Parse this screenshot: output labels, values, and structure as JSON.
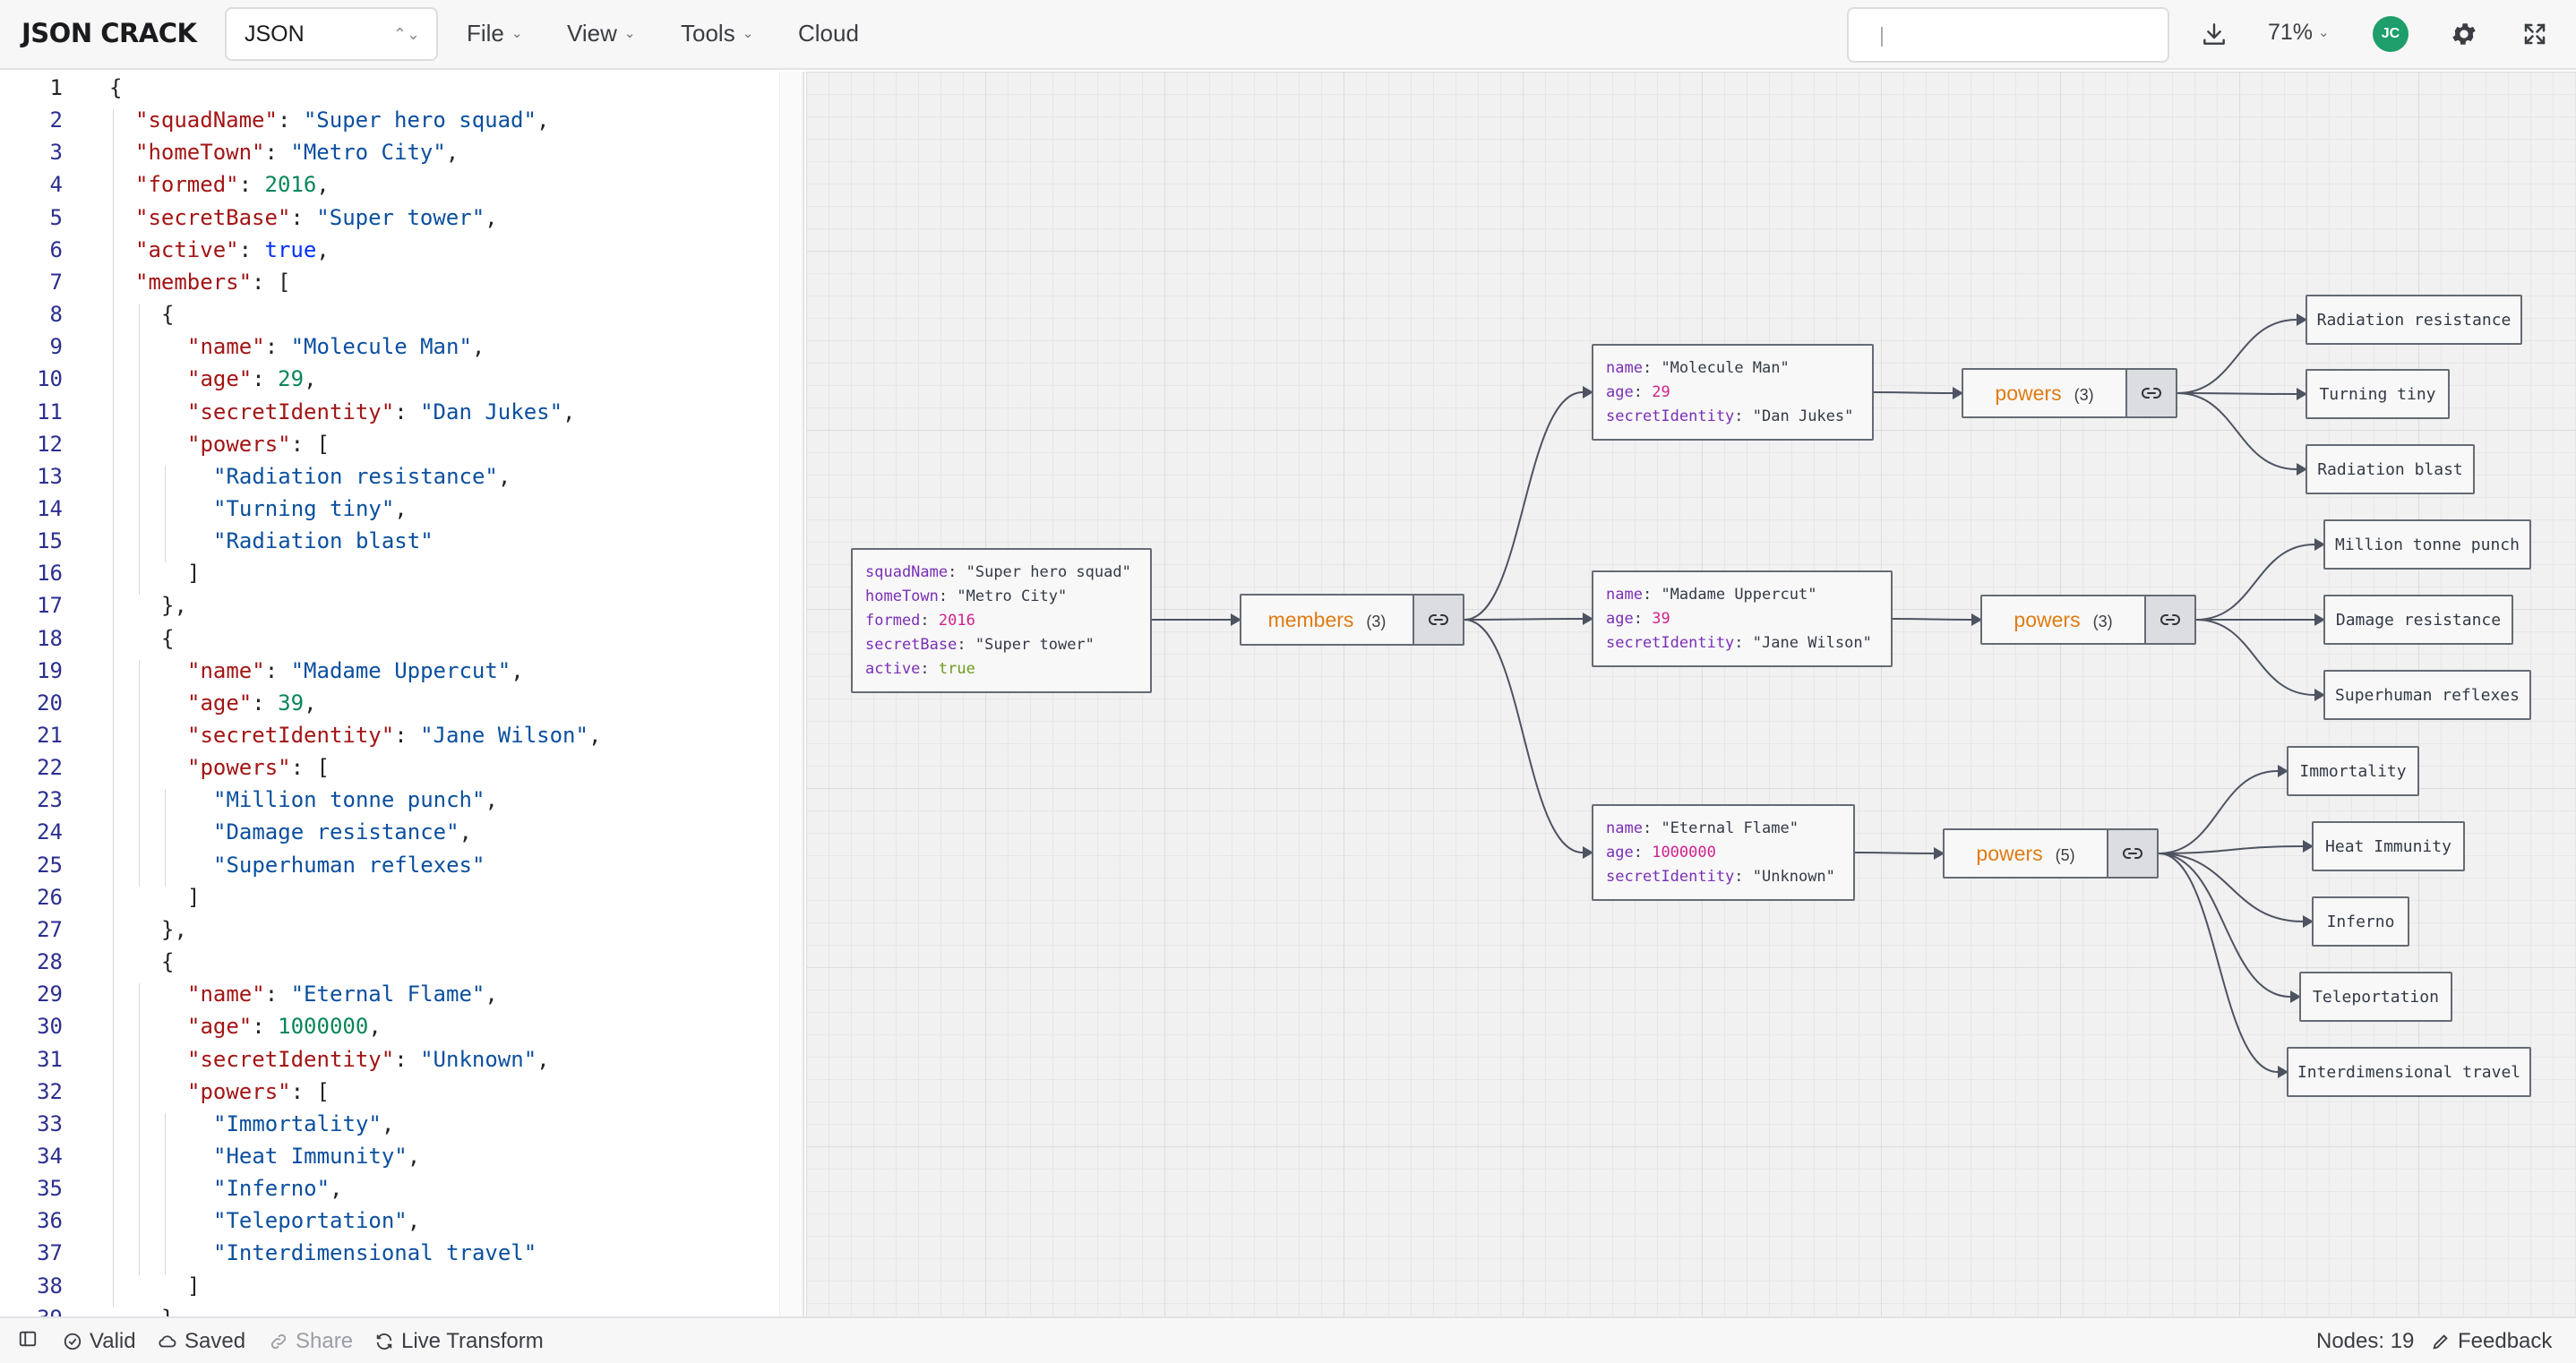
{
  "app": {
    "title": "JSON CRACK"
  },
  "header": {
    "format": "JSON",
    "menus": [
      "File",
      "View",
      "Tools"
    ],
    "cloud": "Cloud",
    "zoom": "71%",
    "avatar": "JC",
    "icons": [
      "download-icon",
      "gear-icon",
      "fullscreen-icon"
    ]
  },
  "editor": {
    "lines": [
      [
        [
          "p",
          "{"
        ]
      ],
      [
        [
          "k",
          "\"squadName\""
        ],
        [
          "p",
          ": "
        ],
        [
          "s",
          "\"Super hero squad\""
        ],
        [
          "p",
          ","
        ]
      ],
      [
        [
          "k",
          "\"homeTown\""
        ],
        [
          "p",
          ": "
        ],
        [
          "s",
          "\"Metro City\""
        ],
        [
          "p",
          ","
        ]
      ],
      [
        [
          "k",
          "\"formed\""
        ],
        [
          "p",
          ": "
        ],
        [
          "n",
          "2016"
        ],
        [
          "p",
          ","
        ]
      ],
      [
        [
          "k",
          "\"secretBase\""
        ],
        [
          "p",
          ": "
        ],
        [
          "s",
          "\"Super tower\""
        ],
        [
          "p",
          ","
        ]
      ],
      [
        [
          "k",
          "\"active\""
        ],
        [
          "p",
          ": "
        ],
        [
          "b",
          "true"
        ],
        [
          "p",
          ","
        ]
      ],
      [
        [
          "k",
          "\"members\""
        ],
        [
          "p",
          ": ["
        ]
      ],
      [
        [
          "p",
          "{"
        ]
      ],
      [
        [
          "k",
          "\"name\""
        ],
        [
          "p",
          ": "
        ],
        [
          "s",
          "\"Molecule Man\""
        ],
        [
          "p",
          ","
        ]
      ],
      [
        [
          "k",
          "\"age\""
        ],
        [
          "p",
          ": "
        ],
        [
          "n",
          "29"
        ],
        [
          "p",
          ","
        ]
      ],
      [
        [
          "k",
          "\"secretIdentity\""
        ],
        [
          "p",
          ": "
        ],
        [
          "s",
          "\"Dan Jukes\""
        ],
        [
          "p",
          ","
        ]
      ],
      [
        [
          "k",
          "\"powers\""
        ],
        [
          "p",
          ": ["
        ]
      ],
      [
        [
          "s",
          "\"Radiation resistance\""
        ],
        [
          "p",
          ","
        ]
      ],
      [
        [
          "s",
          "\"Turning tiny\""
        ],
        [
          "p",
          ","
        ]
      ],
      [
        [
          "s",
          "\"Radiation blast\""
        ]
      ],
      [
        [
          "p",
          "]"
        ]
      ],
      [
        [
          "p",
          "},"
        ]
      ],
      [
        [
          "p",
          "{"
        ]
      ],
      [
        [
          "k",
          "\"name\""
        ],
        [
          "p",
          ": "
        ],
        [
          "s",
          "\"Madame Uppercut\""
        ],
        [
          "p",
          ","
        ]
      ],
      [
        [
          "k",
          "\"age\""
        ],
        [
          "p",
          ": "
        ],
        [
          "n",
          "39"
        ],
        [
          "p",
          ","
        ]
      ],
      [
        [
          "k",
          "\"secretIdentity\""
        ],
        [
          "p",
          ": "
        ],
        [
          "s",
          "\"Jane Wilson\""
        ],
        [
          "p",
          ","
        ]
      ],
      [
        [
          "k",
          "\"powers\""
        ],
        [
          "p",
          ": ["
        ]
      ],
      [
        [
          "s",
          "\"Million tonne punch\""
        ],
        [
          "p",
          ","
        ]
      ],
      [
        [
          "s",
          "\"Damage resistance\""
        ],
        [
          "p",
          ","
        ]
      ],
      [
        [
          "s",
          "\"Superhuman reflexes\""
        ]
      ],
      [
        [
          "p",
          "]"
        ]
      ],
      [
        [
          "p",
          "},"
        ]
      ],
      [
        [
          "p",
          "{"
        ]
      ],
      [
        [
          "k",
          "\"name\""
        ],
        [
          "p",
          ": "
        ],
        [
          "s",
          "\"Eternal Flame\""
        ],
        [
          "p",
          ","
        ]
      ],
      [
        [
          "k",
          "\"age\""
        ],
        [
          "p",
          ": "
        ],
        [
          "n",
          "1000000"
        ],
        [
          "p",
          ","
        ]
      ],
      [
        [
          "k",
          "\"secretIdentity\""
        ],
        [
          "p",
          ": "
        ],
        [
          "s",
          "\"Unknown\""
        ],
        [
          "p",
          ","
        ]
      ],
      [
        [
          "k",
          "\"powers\""
        ],
        [
          "p",
          ": ["
        ]
      ],
      [
        [
          "s",
          "\"Immortality\""
        ],
        [
          "p",
          ","
        ]
      ],
      [
        [
          "s",
          "\"Heat Immunity\""
        ],
        [
          "p",
          ","
        ]
      ],
      [
        [
          "s",
          "\"Inferno\""
        ],
        [
          "p",
          ","
        ]
      ],
      [
        [
          "s",
          "\"Teleportation\""
        ],
        [
          "p",
          ","
        ]
      ],
      [
        [
          "s",
          "\"Interdimensional travel\""
        ]
      ],
      [
        [
          "p",
          "]"
        ]
      ],
      [
        [
          "p",
          "}"
        ]
      ]
    ]
  },
  "graph": {
    "root": [
      [
        "squadName",
        "\"Super hero squad\"",
        "s"
      ],
      [
        "homeTown",
        "\"Metro City\"",
        "s"
      ],
      [
        "formed",
        "2016",
        "n"
      ],
      [
        "secretBase",
        "\"Super tower\"",
        "s"
      ],
      [
        "active",
        "true",
        "b"
      ]
    ],
    "members": {
      "label": "members",
      "count": "(3)"
    },
    "people": [
      {
        "rows": [
          [
            "name",
            "\"Molecule Man\"",
            "s"
          ],
          [
            "age",
            "29",
            "n"
          ],
          [
            "secretIdentity",
            "\"Dan Jukes\"",
            "s"
          ]
        ],
        "powers_label": "powers",
        "powers_count": "(3)",
        "powers": [
          "Radiation resistance",
          "Turning tiny",
          "Radiation blast"
        ]
      },
      {
        "rows": [
          [
            "name",
            "\"Madame Uppercut\"",
            "s"
          ],
          [
            "age",
            "39",
            "n"
          ],
          [
            "secretIdentity",
            "\"Jane Wilson\"",
            "s"
          ]
        ],
        "powers_label": "powers",
        "powers_count": "(3)",
        "powers": [
          "Million tonne punch",
          "Damage resistance",
          "Superhuman reflexes"
        ]
      },
      {
        "rows": [
          [
            "name",
            "\"Eternal Flame\"",
            "s"
          ],
          [
            "age",
            "1000000",
            "n"
          ],
          [
            "secretIdentity",
            "\"Unknown\"",
            "s"
          ]
        ],
        "powers_label": "powers",
        "powers_count": "(5)",
        "powers": [
          "Immortality",
          "Heat Immunity",
          "Inferno",
          "Teleportation",
          "Interdimensional travel"
        ]
      }
    ]
  },
  "status": {
    "valid": "Valid",
    "saved": "Saved",
    "share": "Share",
    "live_transform": "Live Transform",
    "nodes": "Nodes: 19",
    "feedback": "Feedback"
  }
}
